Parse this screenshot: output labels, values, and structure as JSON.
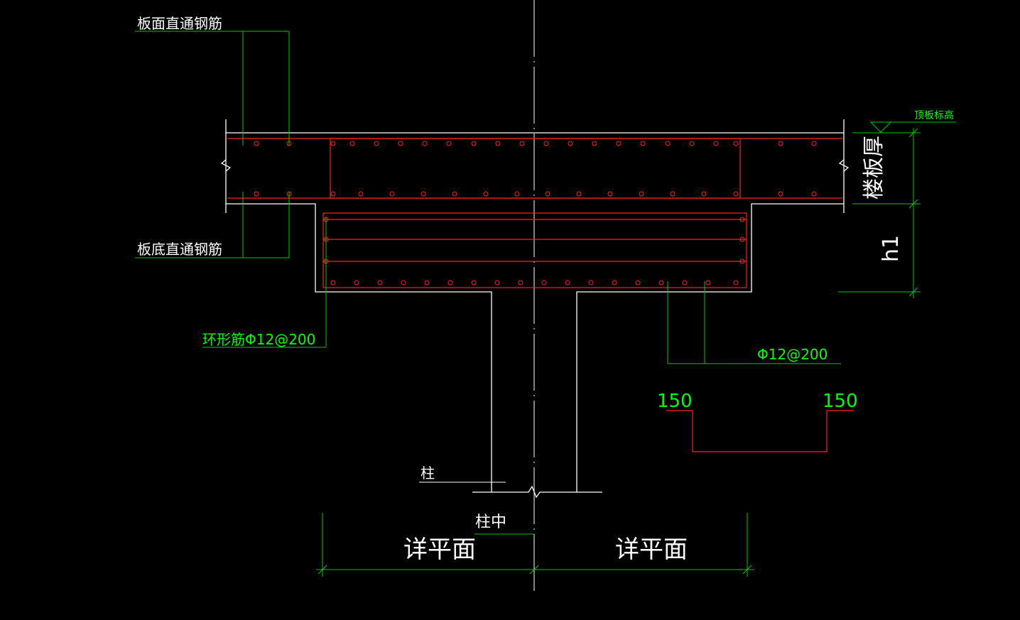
{
  "labels": {
    "top_rebar": "板面直通钢筋",
    "bottom_rebar": "板底直通钢筋",
    "top_elevation": "顶板标高",
    "slab_thickness": "楼板厚",
    "h1": "h1",
    "ring_rebar": "环形筋Φ12@200",
    "rebar_spec": "Φ12@200",
    "hook_left": "150",
    "hook_right": "150",
    "column": "柱",
    "column_center": "柱中",
    "see_plan_left": "详平面",
    "see_plan_right": "详平面"
  },
  "colors": {
    "background": "#000000",
    "outline": "#ffffff",
    "rebar": "#ff2020",
    "dimension": "#00c800",
    "text_white": "#ffffff",
    "text_green": "#00ff00"
  }
}
